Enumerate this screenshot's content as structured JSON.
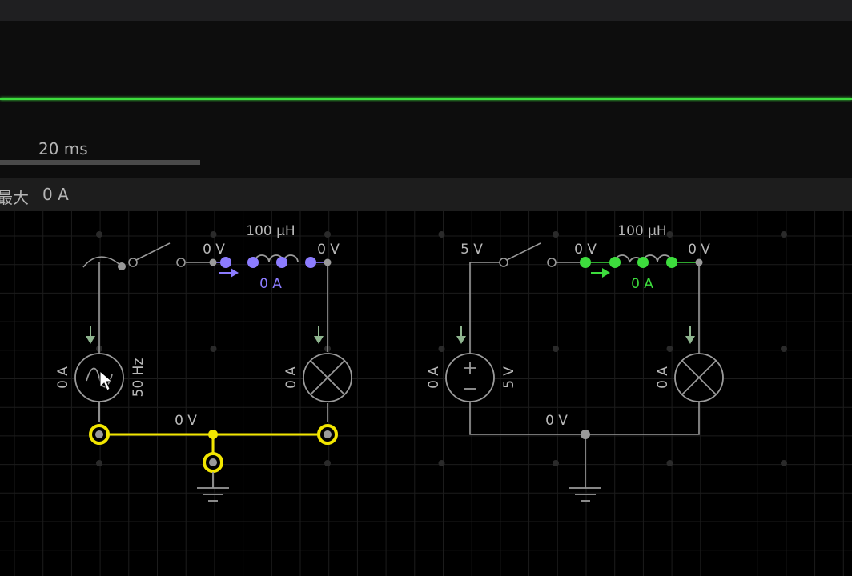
{
  "oscilloscope": {
    "time_scale": "20 ms",
    "status_label": "最大",
    "status_value": "0 A",
    "trace_color": "#3ddc3d"
  },
  "circuit_left": {
    "inductor_value": "100 μH",
    "voltage_switch_out": "0 V",
    "voltage_inductor_out": "0 V",
    "inductor_current": "0 A",
    "source_current": "0 A",
    "source_frequency": "50 Hz",
    "lamp_current": "0 A",
    "ground_voltage": "0 V",
    "current_color": "#8c7cff",
    "highlight_color": "#f2e600"
  },
  "circuit_right": {
    "inductor_value": "100 μH",
    "voltage_switch_in": "5 V",
    "voltage_switch_out": "0 V",
    "voltage_inductor_out": "0 V",
    "inductor_current": "0 A",
    "source_current": "0 A",
    "source_voltage": "5 V",
    "lamp_current": "0 A",
    "ground_voltage": "0 V",
    "current_color": "#3ddc3d"
  },
  "icons": [
    "sine-source-icon",
    "dc-source-icon",
    "lamp-icon",
    "inductor-icon",
    "switch-icon",
    "ground-icon",
    "mouse-cursor-icon"
  ]
}
